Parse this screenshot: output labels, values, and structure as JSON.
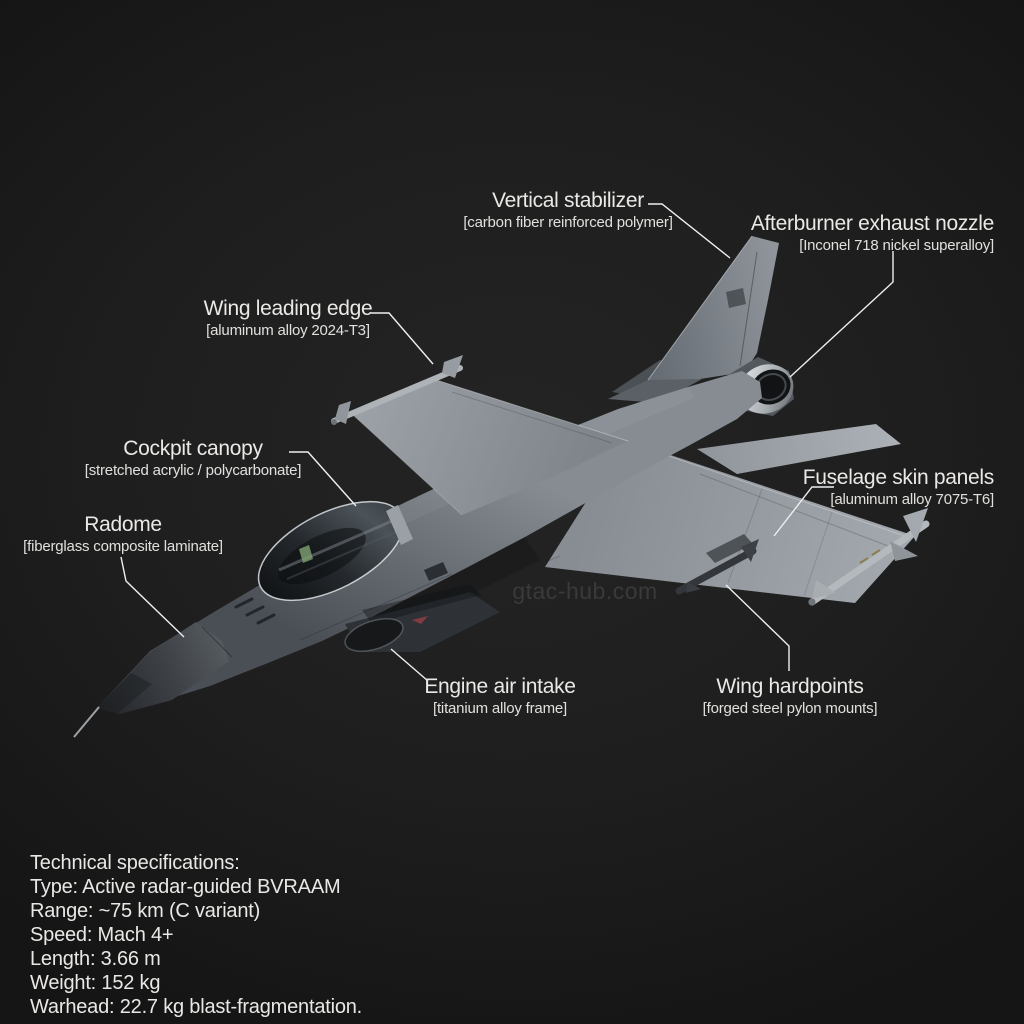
{
  "watermark": "gtac-hub.com",
  "labels": {
    "vertical_stabilizer": {
      "title": "Vertical stabilizer",
      "material": "[carbon fiber reinforced polymer]"
    },
    "afterburner_nozzle": {
      "title": "Afterburner exhaust nozzle",
      "material": "[Inconel 718 nickel superalloy]"
    },
    "wing_leading_edge": {
      "title": "Wing leading edge",
      "material": "[aluminum alloy 2024-T3]"
    },
    "cockpit_canopy": {
      "title": "Cockpit canopy",
      "material": "[stretched acrylic / polycarbonate]"
    },
    "radome": {
      "title": "Radome",
      "material": "[fiberglass composite laminate]"
    },
    "fuselage_skin": {
      "title": "Fuselage skin panels",
      "material": "[aluminum alloy 7075-T6]"
    },
    "engine_intake": {
      "title": "Engine air intake",
      "material": "[titanium alloy frame]"
    },
    "wing_hardpoints": {
      "title": "Wing hardpoints",
      "material": "[forged steel pylon mounts]"
    }
  },
  "specs": {
    "heading": "Technical specifications:",
    "lines": [
      "Type: Active radar-guided BVRAAM",
      "Range: ~75 km (C variant)",
      "Speed: Mach 4+",
      "Length: 3.66 m",
      "Weight: 152 kg",
      "Warhead: 22.7 kg blast-fragmentation."
    ]
  },
  "colors": {
    "background": "#1e1e1e",
    "label_text": "#ebe9e6",
    "leader_line": "#edeff0",
    "watermark": "#3a3a3a",
    "airframe_light": "#a2a8ad",
    "airframe_mid": "#767c82",
    "airframe_dark": "#3a3e42",
    "canopy_glass": "#1a1d20",
    "nozzle_highlight": "#e6e8ea"
  }
}
